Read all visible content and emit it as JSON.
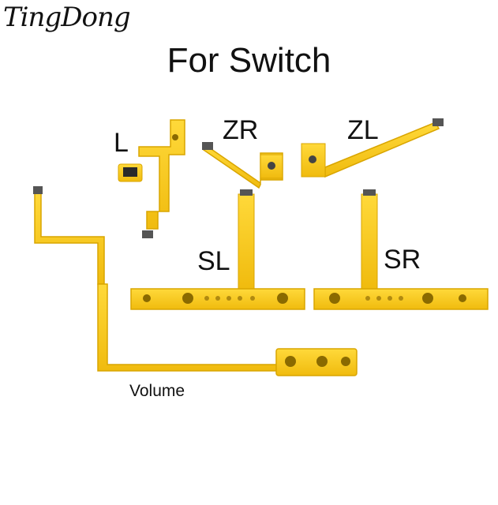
{
  "brand": "TingDong",
  "title": "For Switch",
  "labels": {
    "l": "L",
    "zr": "ZR",
    "zl": "ZL",
    "sl": "SL",
    "sr": "SR",
    "volume": "Volume"
  },
  "colors": {
    "flex": "#f5c518",
    "flex_edge": "#d9a500",
    "button": "#8a6a00",
    "connector": "#555555"
  }
}
